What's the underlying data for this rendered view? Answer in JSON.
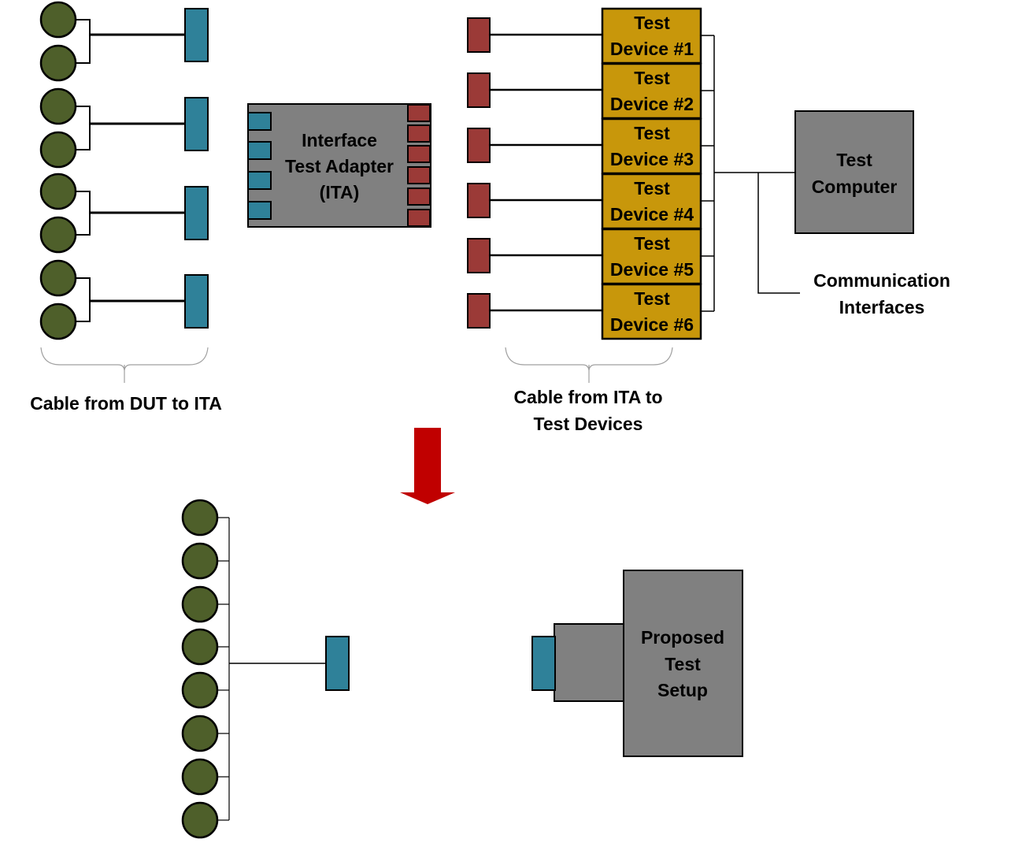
{
  "colors": {
    "connector_green": "#4e5f2a",
    "connector_blue": "#2f8199",
    "connector_red": "#9b3a37",
    "device_gold": "#c8970b",
    "box_gray": "#808080",
    "arrow_red": "#c00000"
  },
  "ita": {
    "lines": [
      "Interface",
      "Test Adapter",
      "(ITA)"
    ]
  },
  "test_devices": [
    [
      "Test",
      "Device #1"
    ],
    [
      "Test",
      "Device #2"
    ],
    [
      "Test",
      "Device #3"
    ],
    [
      "Test",
      "Device #4"
    ],
    [
      "Test",
      "Device #5"
    ],
    [
      "Test",
      "Device #6"
    ]
  ],
  "test_computer": {
    "lines": [
      "Test",
      "Computer"
    ]
  },
  "labels": {
    "communication": [
      "Communication",
      "Interfaces"
    ],
    "cable_dut_ita": [
      "Cable from DUT to ITA"
    ],
    "cable_ita_devices": [
      "Cable from ITA to",
      "Test Devices"
    ]
  },
  "proposed": {
    "lines": [
      "Proposed",
      "Test",
      "Setup"
    ]
  }
}
